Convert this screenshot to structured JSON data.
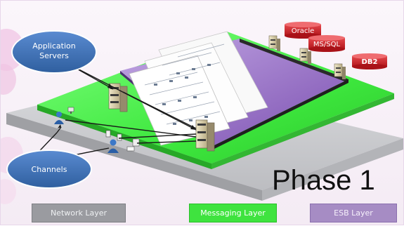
{
  "diagram": {
    "title_phase": "Phase 1",
    "callouts": {
      "application_servers": {
        "line1": "Application",
        "line2": "Servers"
      },
      "channels": {
        "label": "Channels"
      }
    },
    "databases": [
      {
        "name": "Oracle"
      },
      {
        "name": "MS/SQL"
      },
      {
        "name": "DB2"
      }
    ],
    "legend": {
      "network_layer": "Network Layer",
      "messaging_layer": "Messaging Layer",
      "esb_layer": "ESB Layer"
    },
    "colors": {
      "network": "#9a9ba0",
      "messaging": "#3fe33f",
      "esb": "#a68cc4",
      "callout": "#3d6fb5",
      "database": "#c91f25"
    }
  }
}
